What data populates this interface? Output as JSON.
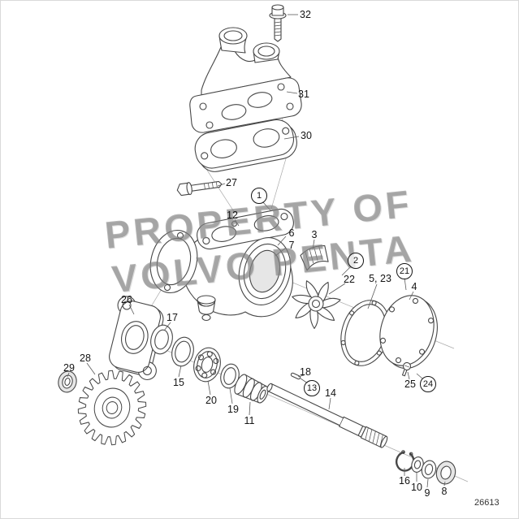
{
  "diagram": {
    "watermark_line1": "PROPERTY OF",
    "watermark_line2": "VOLVO PENTA",
    "drawing_number": "26613"
  },
  "callouts": {
    "c32": "32",
    "c31": "31",
    "c30": "30",
    "c27": "27",
    "c1": "1",
    "c12": "12",
    "c6": "6",
    "c7": "7",
    "c3": "3",
    "c2": "2",
    "c22": "22",
    "c5_23": "5, 23",
    "c21": "21",
    "c4": "4",
    "c26": "26",
    "c17": "17",
    "c15": "15",
    "c20": "20",
    "c19": "19",
    "c11": "11",
    "c18": "18",
    "c13": "13",
    "c14": "14",
    "c28": "28",
    "c29": "29",
    "c25": "25",
    "c24": "24",
    "c16": "16",
    "c10": "10",
    "c9": "9",
    "c8": "8"
  }
}
